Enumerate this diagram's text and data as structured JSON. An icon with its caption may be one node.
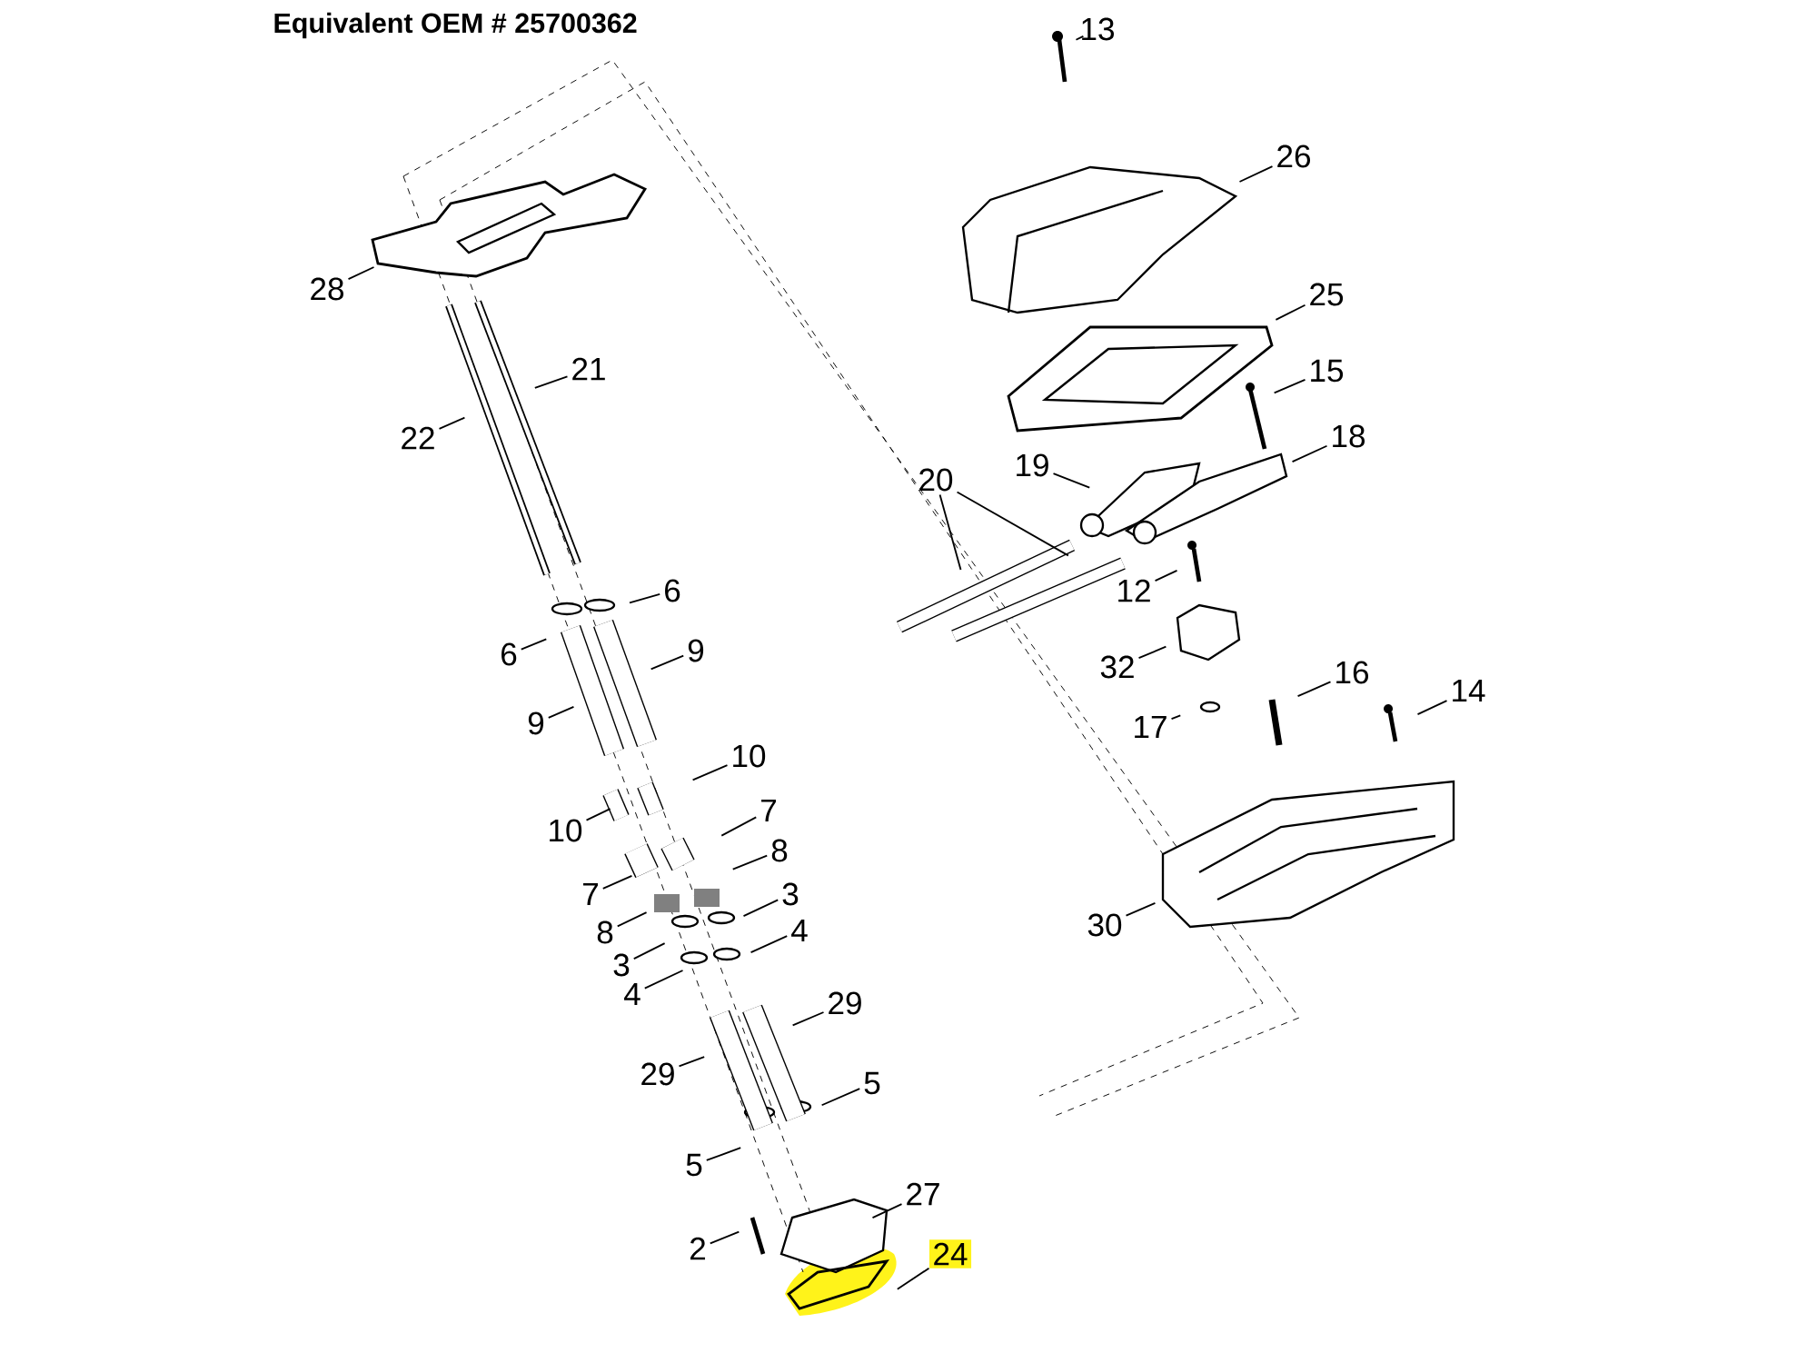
{
  "diagram": {
    "title": "Equivalent OEM # 25700362",
    "nodes": [
      {
        "text": [
          "13"
        ]
      },
      {
        "text": [
          "26"
        ]
      },
      {
        "text": [
          "25"
        ]
      },
      {
        "text": [
          "15"
        ]
      },
      {
        "text": [
          "18"
        ]
      },
      {
        "text": [
          "19"
        ]
      },
      {
        "text": [
          "20"
        ]
      },
      {
        "text": [
          "12"
        ]
      },
      {
        "text": [
          "32"
        ]
      },
      {
        "text": [
          "16"
        ]
      },
      {
        "text": [
          "17"
        ]
      },
      {
        "text": [
          "14"
        ]
      },
      {
        "text": [
          "30"
        ]
      },
      {
        "text": [
          "28"
        ]
      },
      {
        "text": [
          "21"
        ]
      },
      {
        "text": [
          "22"
        ]
      },
      {
        "text": [
          "6"
        ]
      },
      {
        "text": [
          "6"
        ]
      },
      {
        "text": [
          "9"
        ]
      },
      {
        "text": [
          "9"
        ]
      },
      {
        "text": [
          "10"
        ]
      },
      {
        "text": [
          "10"
        ]
      },
      {
        "text": [
          "7"
        ]
      },
      {
        "text": [
          "7"
        ]
      },
      {
        "text": [
          "8"
        ]
      },
      {
        "text": [
          "8"
        ]
      },
      {
        "text": [
          "3"
        ]
      },
      {
        "text": [
          "3"
        ]
      },
      {
        "text": [
          "4"
        ]
      },
      {
        "text": [
          "4"
        ]
      },
      {
        "text": [
          "29"
        ]
      },
      {
        "text": [
          "29"
        ]
      },
      {
        "text": [
          "5"
        ]
      },
      {
        "text": [
          "5"
        ]
      },
      {
        "text": [
          "27"
        ]
      },
      {
        "text": [
          "2"
        ]
      },
      {
        "text": [
          "24"
        ]
      }
    ],
    "edges": [
      {
        "from": 0,
        "to": null,
        "arrow": "none"
      },
      {
        "from": 1,
        "to": null,
        "arrow": "none"
      },
      {
        "from": 2,
        "to": null,
        "arrow": "none"
      },
      {
        "from": 3,
        "to": null,
        "arrow": "none"
      },
      {
        "from": 4,
        "to": null,
        "arrow": "none"
      },
      {
        "from": 5,
        "to": null,
        "arrow": "none"
      },
      {
        "from": 6,
        "to": null,
        "arrow": "none"
      },
      {
        "from": 6,
        "to": null,
        "arrow": "none"
      },
      {
        "from": 7,
        "to": null,
        "arrow": "none"
      },
      {
        "from": 8,
        "to": null,
        "arrow": "none"
      },
      {
        "from": 9,
        "to": null,
        "arrow": "none"
      },
      {
        "from": 10,
        "to": null,
        "arrow": "none"
      },
      {
        "from": 11,
        "to": null,
        "arrow": "none"
      },
      {
        "from": 12,
        "to": null,
        "arrow": "none"
      },
      {
        "from": 13,
        "to": null,
        "arrow": "none"
      },
      {
        "from": 14,
        "to": null,
        "arrow": "none"
      },
      {
        "from": 15,
        "to": null,
        "arrow": "none"
      },
      {
        "from": 16,
        "to": null,
        "arrow": "none"
      },
      {
        "from": 17,
        "to": null,
        "arrow": "none"
      },
      {
        "from": 18,
        "to": null,
        "arrow": "none"
      },
      {
        "from": 19,
        "to": null,
        "arrow": "none"
      },
      {
        "from": 20,
        "to": null,
        "arrow": "none"
      },
      {
        "from": 21,
        "to": null,
        "arrow": "none"
      },
      {
        "from": 22,
        "to": null,
        "arrow": "none"
      },
      {
        "from": 23,
        "to": null,
        "arrow": "none"
      },
      {
        "from": 24,
        "to": null,
        "arrow": "none"
      },
      {
        "from": 25,
        "to": null,
        "arrow": "none"
      },
      {
        "from": 26,
        "to": null,
        "arrow": "none"
      },
      {
        "from": 27,
        "to": null,
        "arrow": "none"
      },
      {
        "from": 28,
        "to": null,
        "arrow": "none"
      },
      {
        "from": 29,
        "to": null,
        "arrow": "none"
      },
      {
        "from": 30,
        "to": null,
        "arrow": "none"
      },
      {
        "from": 31,
        "to": null,
        "arrow": "none"
      },
      {
        "from": 32,
        "to": null,
        "arrow": "none"
      },
      {
        "from": 33,
        "to": null,
        "arrow": "none"
      },
      {
        "from": 34,
        "to": null,
        "arrow": "none"
      },
      {
        "from": 35,
        "to": null,
        "arrow": "none"
      },
      {
        "from": 36,
        "to": null,
        "arrow": "none"
      }
    ]
  }
}
